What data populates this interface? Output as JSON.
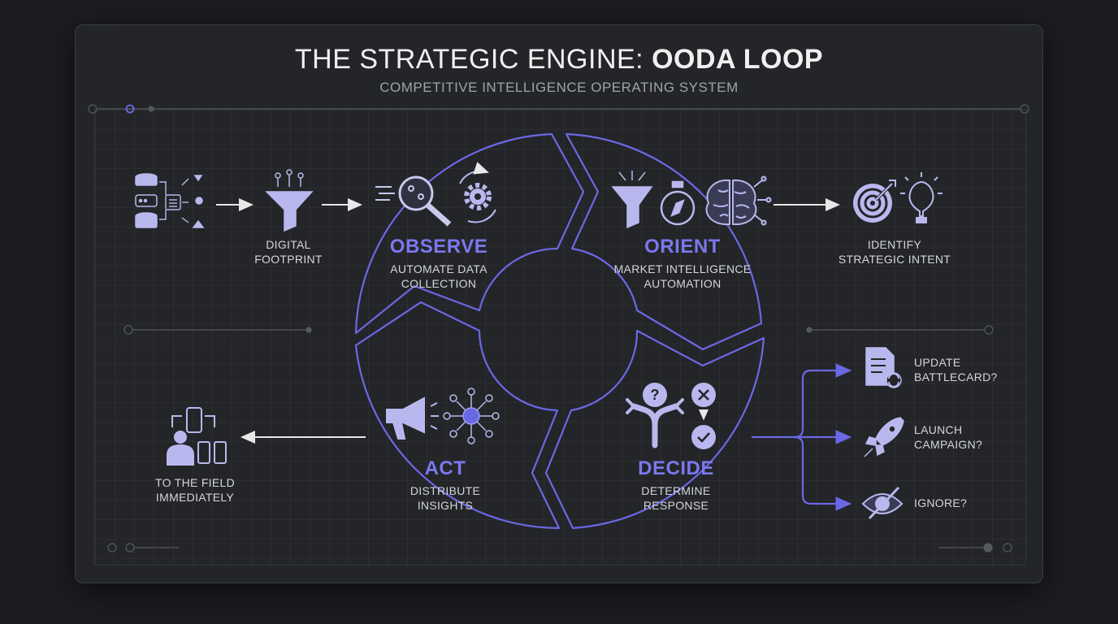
{
  "header": {
    "title_prefix": "THE STRATEGIC ENGINE: ",
    "title_bold": "OODA LOOP",
    "subtitle": "COMPETITIVE INTELLIGENCE OPERATING SYSTEM"
  },
  "loop": {
    "observe": {
      "title": "OBSERVE",
      "line1": "AUTOMATE DATA",
      "line2": "COLLECTION"
    },
    "orient": {
      "title": "ORIENT",
      "line1": "MARKET INTELLIGENCE",
      "line2": "AUTOMATION"
    },
    "decide": {
      "title": "DECIDE",
      "line1": "DETERMINE",
      "line2": "RESPONSE"
    },
    "act": {
      "title": "ACT",
      "line1": "DISTRIBUTE",
      "line2": "INSIGHTS"
    }
  },
  "inputs": {
    "footprint": {
      "line1": "DIGITAL",
      "line2": "FOOTPRINT"
    },
    "intent": {
      "line1": "IDENTIFY",
      "line2": "STRATEGIC INTENT"
    },
    "field": {
      "line1": "TO THE FIELD",
      "line2": "IMMEDIATELY"
    }
  },
  "options": {
    "battlecard": {
      "line1": "UPDATE",
      "line2": "BATTLECARD?"
    },
    "campaign": {
      "line1": "LAUNCH",
      "line2": "CAMPAIGN?"
    },
    "ignore": {
      "line1": "IGNORE?"
    }
  },
  "colors": {
    "accent": "#6b68e6",
    "accent_light": "#9c9af0",
    "icon_fill": "#b9b8ee",
    "text": "#d4d6d9",
    "arrow": "#e8e8e8"
  },
  "icons": [
    "database-icon",
    "funnel-icon",
    "search-icon",
    "gear-icon",
    "compass-icon",
    "brain-icon",
    "target-icon",
    "lightbulb-icon",
    "megaphone-icon",
    "network-icon",
    "fork-icon",
    "question-icon",
    "x-icon",
    "check-icon",
    "document-icon",
    "rocket-icon",
    "eye-off-icon",
    "people-devices-icon"
  ]
}
